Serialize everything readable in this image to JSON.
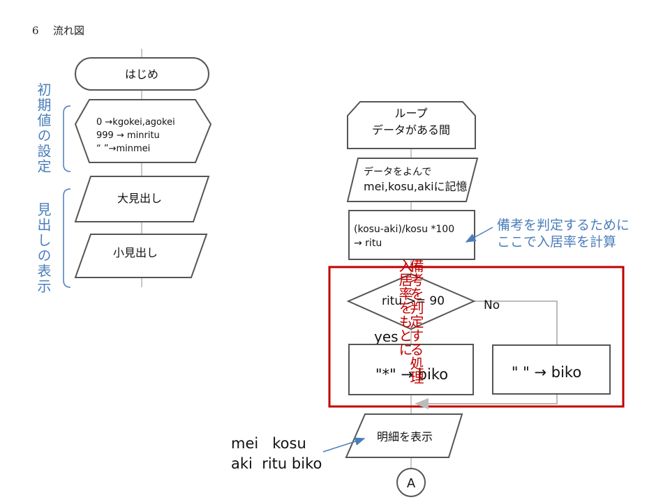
{
  "page": {
    "section_number": "6",
    "section_title": "流れ図"
  },
  "left_flow": {
    "start_label": "はじめ",
    "init_lines": [
      "0 →kgokei,agokei",
      "999 → minritu",
      "“ ”→minmei"
    ],
    "heading_large": "大見出し",
    "heading_small": "小見出し"
  },
  "left_annotations": {
    "init_label": "初期値の設定",
    "heading_label": "見出しの表示"
  },
  "right_flow": {
    "loop_lines": [
      "ループ",
      "データがある間"
    ],
    "read_lines": [
      "データをよんで",
      "mei,kosu,akiに記憶"
    ],
    "calc_lines": [
      "(kosu-aki)/kosu *100",
      "→ ritu"
    ],
    "decision": "ritu >= 90",
    "no_label": "No",
    "yes_label": "yes",
    "assign_yes": "\"*\" →  biko",
    "assign_no": "\" \" →  biko",
    "output_label": "明細を表示",
    "connector_label": "A"
  },
  "callouts": {
    "calc_note": [
      "備考を判定するために",
      "ここで入居率を計算"
    ],
    "process_note": "入居率をもとに備考を判定する処理",
    "output_fields": [
      "mei   kosu",
      "aki  ritu biko"
    ]
  },
  "colors": {
    "blue_note": "#4a7ebb",
    "red_frame": "#c00000",
    "stroke": "#555555"
  }
}
